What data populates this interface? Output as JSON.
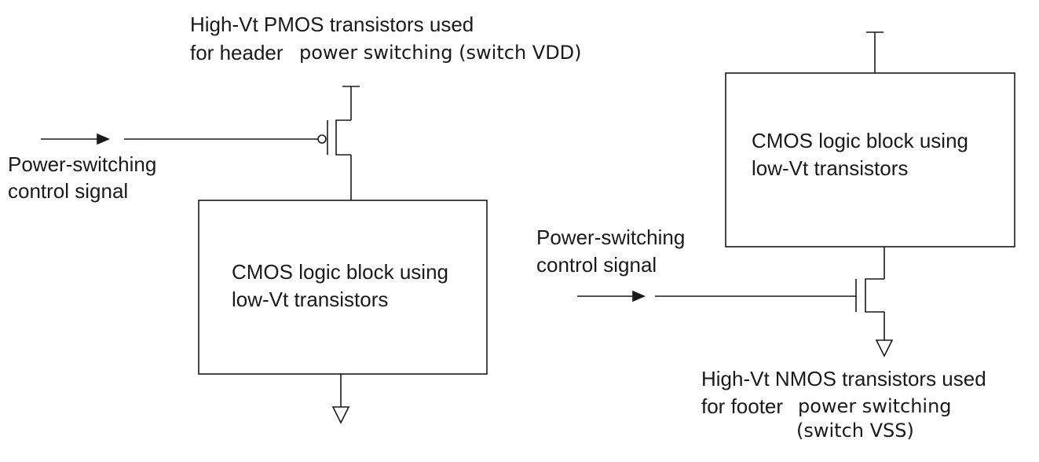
{
  "header_caption": {
    "line1": "High-Vt PMOS transistors used",
    "line2_a": "for header",
    "line2_b": "power switching (switch VDD)"
  },
  "left_control": {
    "line1": "Power-switching",
    "line2": "control signal"
  },
  "left_block": {
    "line1": "CMOS logic block using",
    "line2": "low-Vt transistors"
  },
  "right_block": {
    "line1": "CMOS logic block using",
    "line2": "low-Vt transistors"
  },
  "right_control": {
    "line1": "Power-switching",
    "line2": "control signal"
  },
  "footer_caption": {
    "line1": "High-Vt NMOS transistors used",
    "line2_a": "for footer",
    "line2_b": "power switching",
    "line3": "(switch VSS)"
  }
}
